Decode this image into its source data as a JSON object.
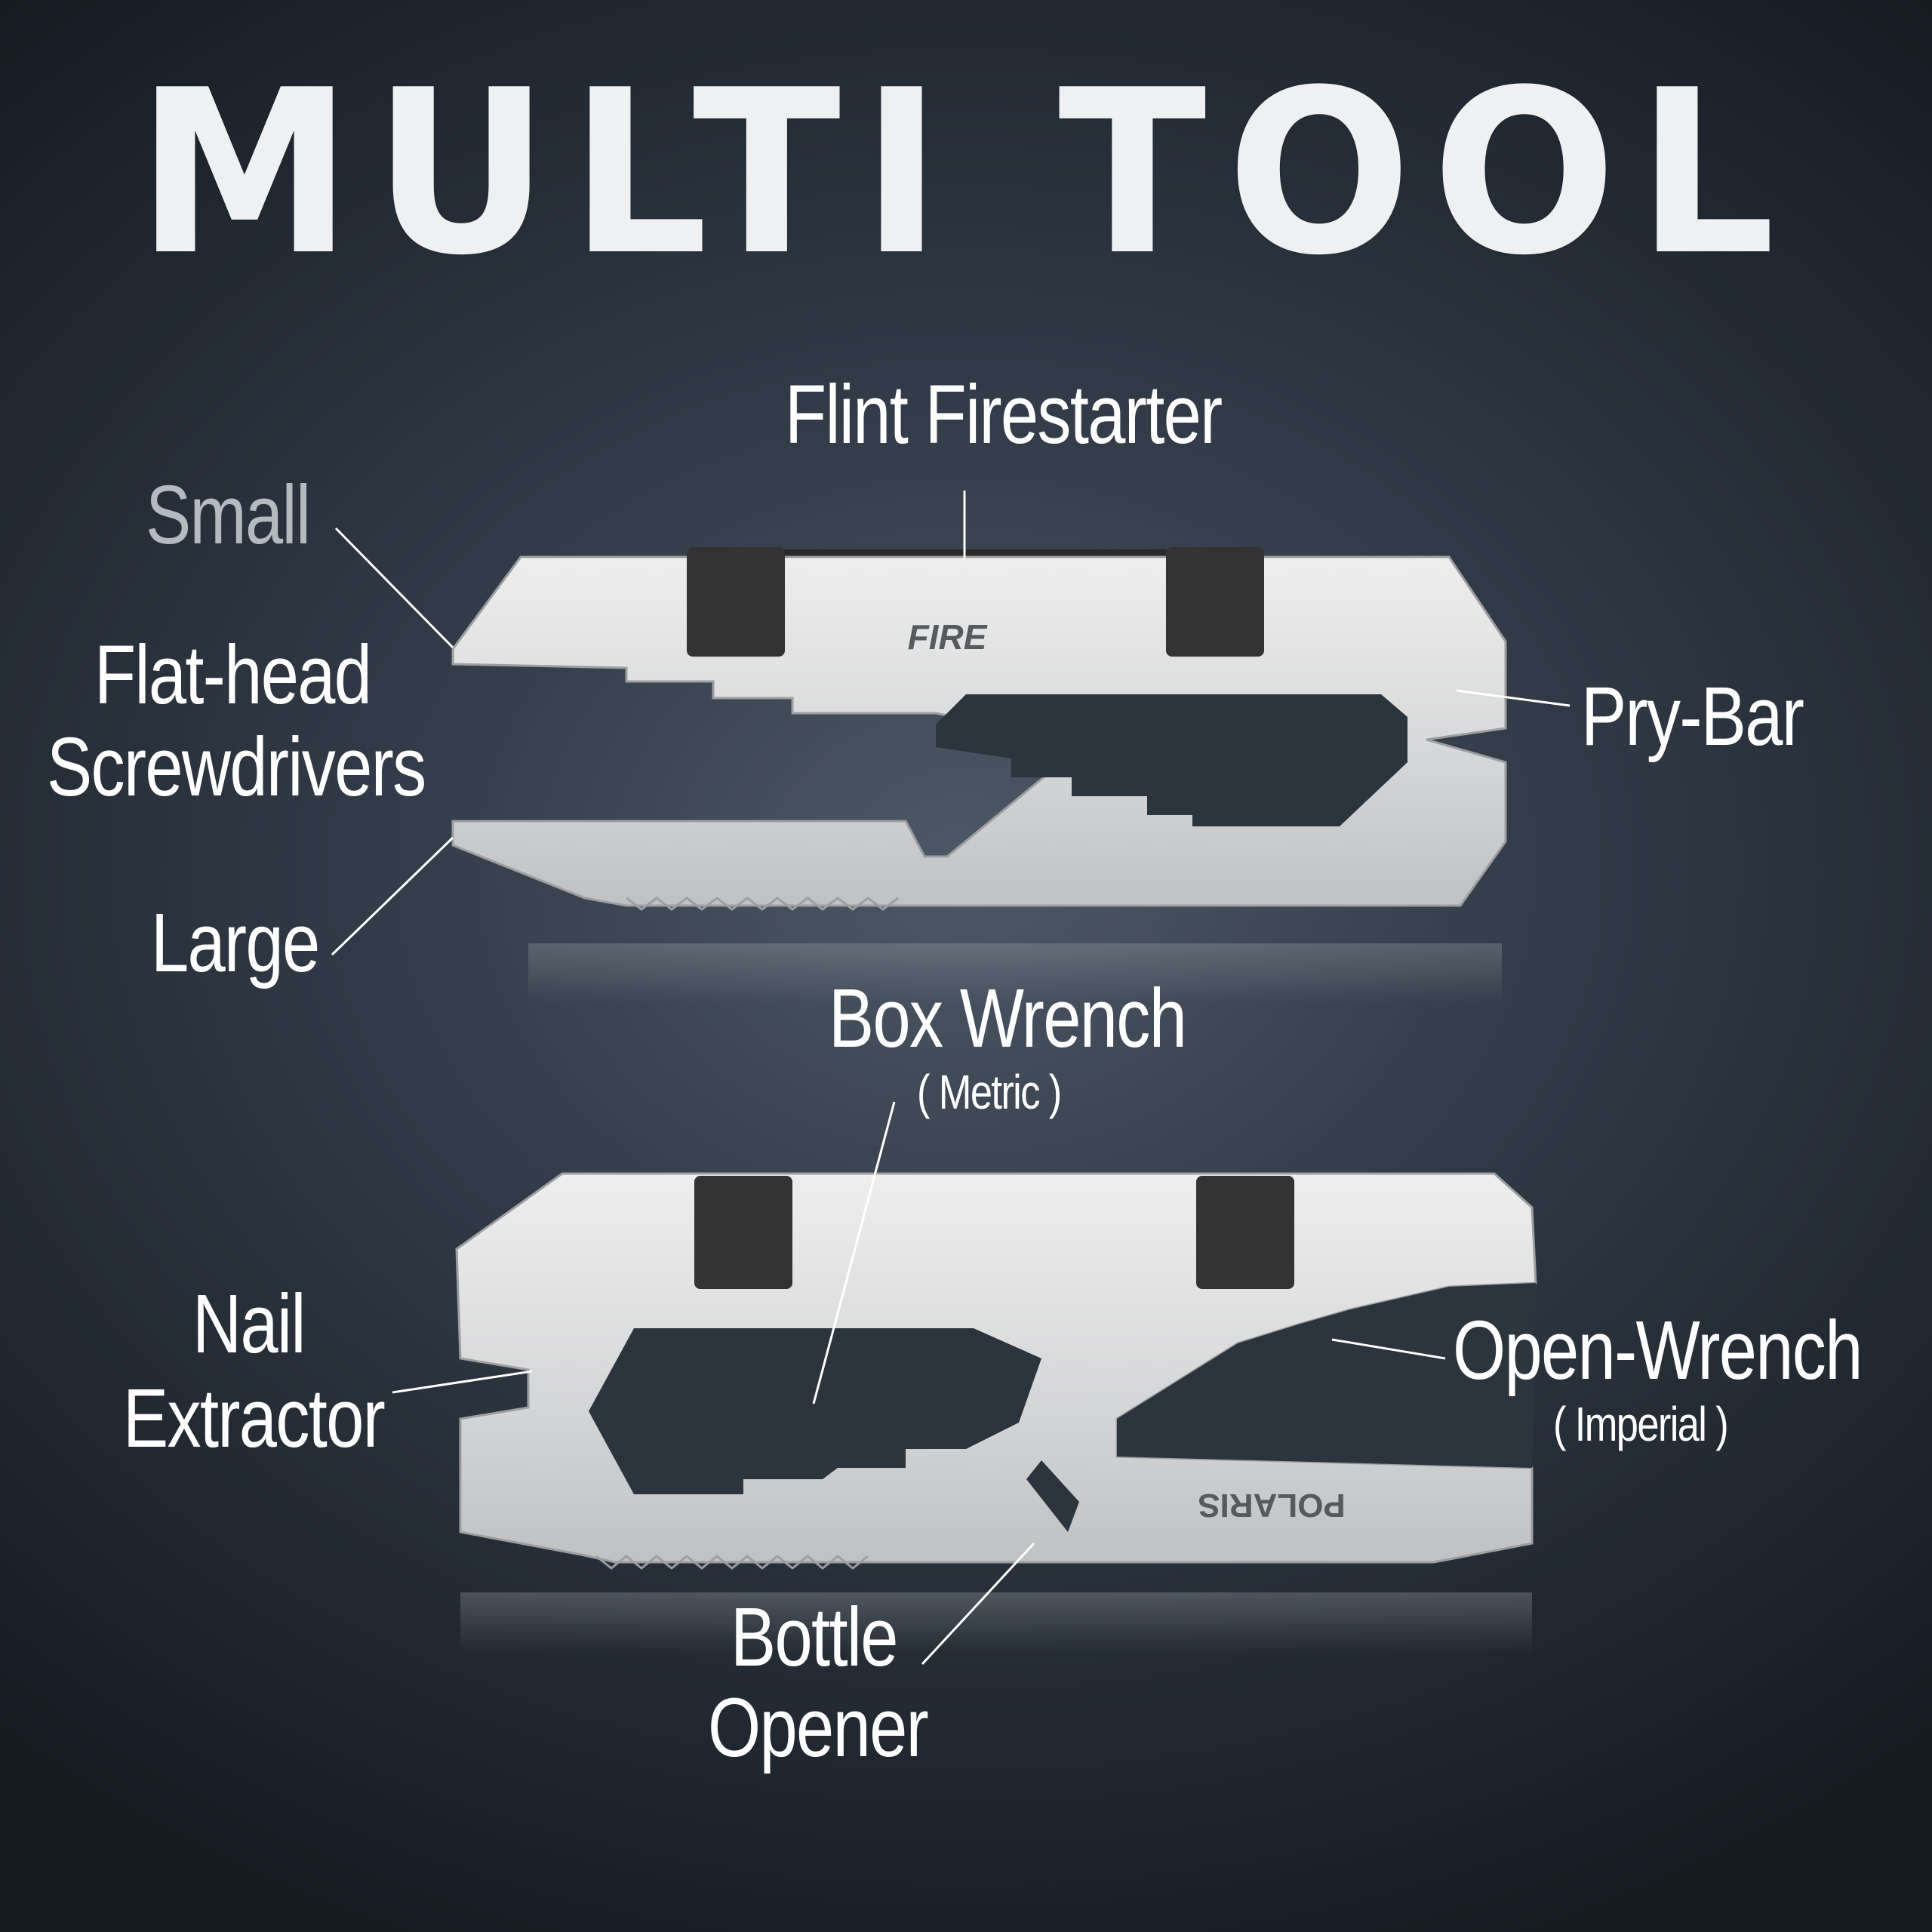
{
  "title": "MULTI TOOL",
  "labels": {
    "flint_firestarter": "Flint Firestarter",
    "small": "Small",
    "flat_head_line1": "Flat-head",
    "flat_head_line2": "Screwdrivers",
    "large": "Large",
    "pry_bar": "Pry-Bar",
    "box_wrench": "Box Wrench",
    "box_wrench_sub": "( Metric )",
    "nail_line1": "Nail",
    "nail_line2": "Extractor",
    "open_wrench": "Open-Wrench",
    "open_wrench_sub": "( Imperial )",
    "bottle_line1": "Bottle",
    "bottle_line2": "Opener"
  },
  "engravings": {
    "top_tool": "FIRE",
    "bottom_tool": "POLARIS"
  },
  "colors": {
    "background": "#2f3844",
    "tool_steel": "#d8d9da",
    "rod": "#2a2a2a",
    "label": "#ffffff",
    "label_muted": "#b5bac0"
  }
}
